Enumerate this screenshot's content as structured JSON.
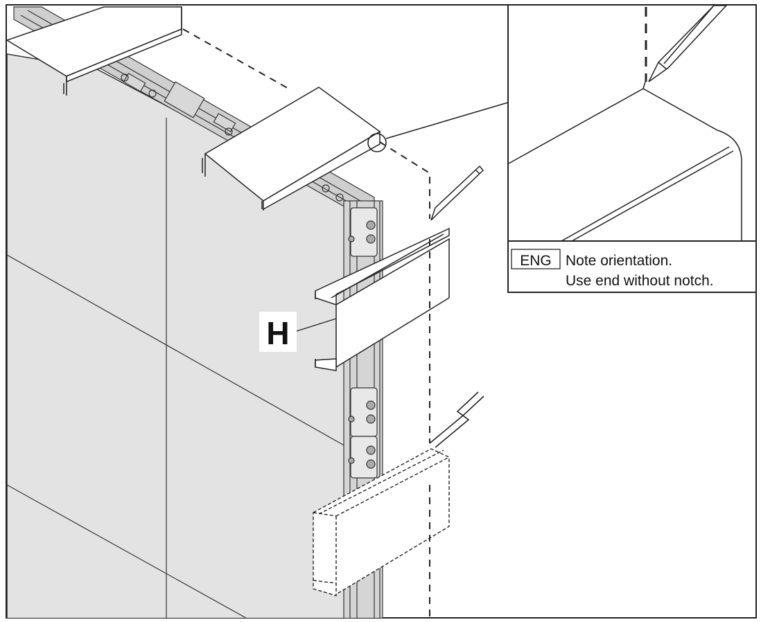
{
  "part": {
    "label": "H"
  },
  "note": {
    "language_tag": "ENG",
    "line1": "Note orientation.",
    "line2": "Use end without notch."
  },
  "colors": {
    "panel_fill": "#e3e3e3",
    "line": "#222222",
    "background": "#ffffff"
  }
}
